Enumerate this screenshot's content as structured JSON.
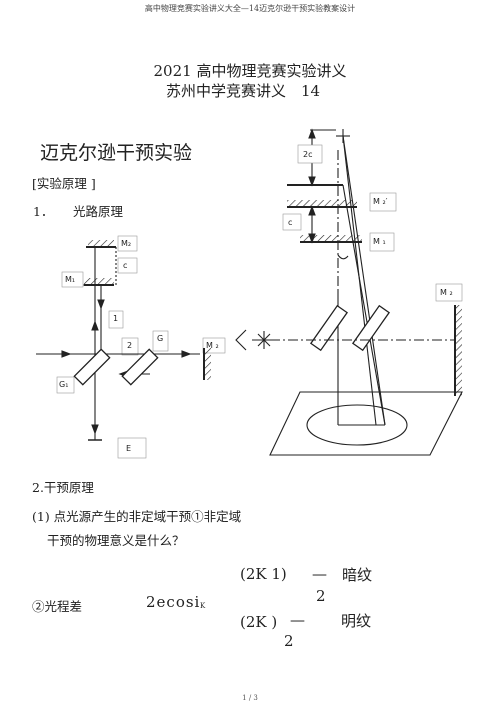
{
  "header": "高中物理竞赛实验讲义大全—14迈克尔逊干预实验教案设计",
  "title_line1": "2021 高中物理竞赛实验讲义",
  "title_line2": "苏州中学竞赛讲义　14",
  "section_title": "迈克尔逊干预实验",
  "principle_heading": "[实验原理 ]",
  "item1_number": "1．",
  "item1_text": "光路原理",
  "diagram_left": {
    "m2": "M₂",
    "m1": "M₁",
    "c": "c",
    "n1": "1",
    "n2": "2",
    "g": "G",
    "g1": "G₁",
    "m2b": "M ₂",
    "e": "E"
  },
  "diagram_right": {
    "twoc": "2c",
    "c": "c",
    "m2prime": "M ₂′",
    "m1": "M ₁",
    "m2": "M ₂"
  },
  "item2": "2.干预原理",
  "item2_1": "(1) 点光源产生的非定域干预①非定域",
  "item2_1b": "干预的物理意义是什么？",
  "opd_label": "②光程差",
  "opd_expr": "2ecosi",
  "opd_sub": "K",
  "eq1_left": "(2K  1)",
  "eq1_dash": "—",
  "eq1_den": "2",
  "eq1_text": "暗纹",
  "eq2_left": "(2K )",
  "eq2_dash": "—",
  "eq2_den": "2",
  "eq2_text": "明纹",
  "page": "1 / 3"
}
